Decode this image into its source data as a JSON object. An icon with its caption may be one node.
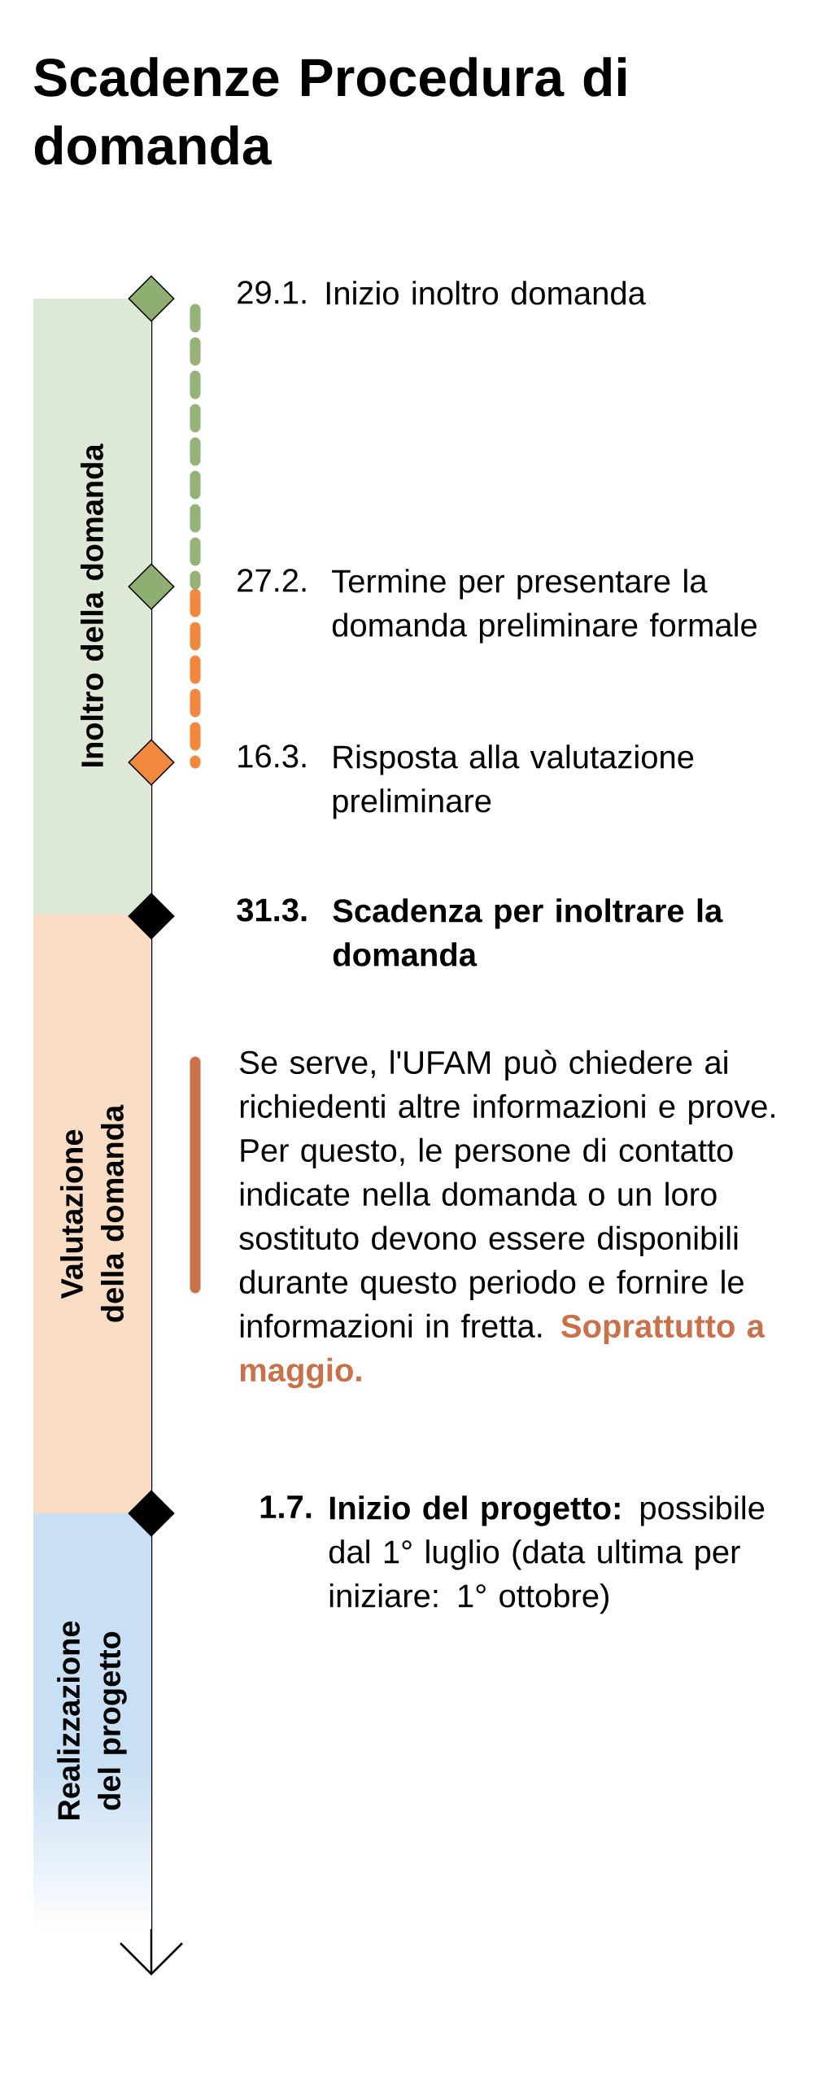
{
  "diagram": {
    "title": "Scadenze Procedura di domanda",
    "nodes": [
      {
        "text": [
          "Inoltro della domanda"
        ]
      },
      {
        "text": [
          "Valutazione della domanda"
        ]
      },
      {
        "text": [
          "Realizzazione del progetto"
        ]
      },
      {
        "text": [],
        "shape": "diamond",
        "beside": [
          "29.1.",
          "Inizio inoltro domanda"
        ]
      },
      {
        "text": [],
        "shape": "diamond",
        "beside": [
          "27.2.",
          "Termine per presentare la domanda preliminare formale"
        ]
      },
      {
        "text": [],
        "shape": "diamond",
        "beside": [
          "16.3.",
          "Risposta alla valutazione preliminare"
        ]
      },
      {
        "text": [],
        "shape": "diamond",
        "beside": [
          "31.3.",
          "Scadenza per inoltrare la domanda"
        ]
      },
      {
        "text": [],
        "shape": "diamond",
        "beside": [
          "1.7.",
          "**Inizio del progetto:** possibile dal 1° luglio (data ultima per iniziare: 1° ottobre)"
        ]
      }
    ],
    "labels": [
      "Se serve, l'UFAM può chiedere ai richiedenti altre informazioni e prove. Per questo, le persone di contatto indicate nella domanda o un loro sostituto devono essere disponibili durante questo periodo e fornire le informazioni in fretta.",
      "Soprattutto a maggio."
    ]
  }
}
